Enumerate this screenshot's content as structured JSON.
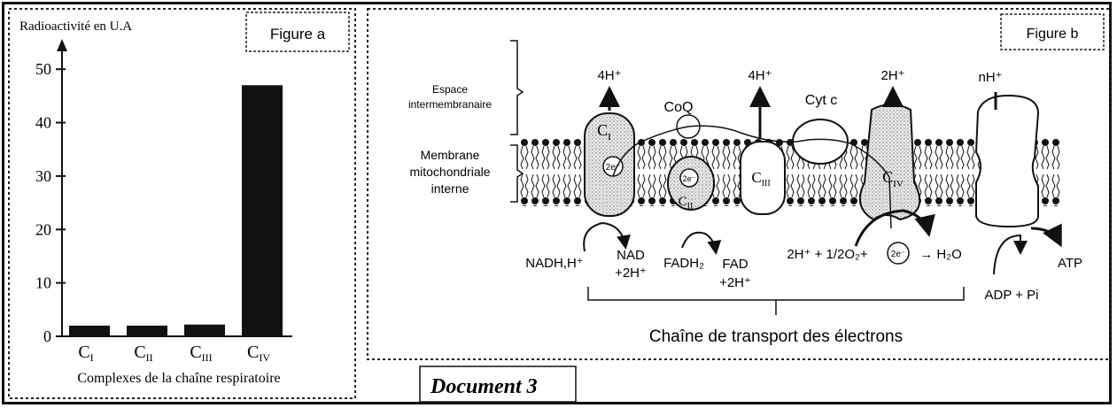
{
  "figure_a": {
    "label": "Figure a",
    "y_axis_label": "Radioactivité en U.A",
    "x_axis_label": "Complexes de la chaîne respiratoire"
  },
  "chart_data": {
    "type": "bar",
    "title": "",
    "xlabel": "Complexes de la chaîne respiratoire",
    "ylabel": "Radioactivité en U.A",
    "categories": [
      {
        "base": "C",
        "sub": "I"
      },
      {
        "base": "C",
        "sub": "II"
      },
      {
        "base": "C",
        "sub": "III"
      },
      {
        "base": "C",
        "sub": "IV"
      }
    ],
    "values": [
      2,
      2,
      2.2,
      47
    ],
    "ylim": [
      0,
      55
    ],
    "yticks": [
      "0",
      "10",
      "20",
      "30",
      "40",
      "50"
    ],
    "bar_color": "#111111"
  },
  "figure_b": {
    "label": "Figure b",
    "region_labels": {
      "espace_line1": "Espace",
      "espace_line2": "intermembranaire",
      "membrane_line1": "Membrane",
      "membrane_line2": "mitochondriale",
      "membrane_line3": "interne"
    },
    "complexes": {
      "c1": {
        "base": "C",
        "sub": "I"
      },
      "c2": {
        "base": "C",
        "sub": "II"
      },
      "c3": {
        "base": "C",
        "sub": "III"
      },
      "c4": {
        "base": "C",
        "sub": "IV"
      }
    },
    "mobile_carriers": {
      "coq": "CoQ",
      "cytc": "Cyt c"
    },
    "electron_label": "2e⁻",
    "proton_outputs": {
      "c1": "4H⁺",
      "c3": "4H⁺",
      "c4": "2H⁺",
      "atp_synthase": "nH⁺"
    },
    "substrates": {
      "nadh": "NADH,H⁺",
      "nad_line1": "NAD",
      "nad_line2": "+2H⁺",
      "fadh2": "FADH₂",
      "fad_line1": "FAD",
      "fad_line2": "+2H⁺",
      "oxygen_left": "2H⁺ + 1/2O₂+",
      "water": "→ H₂O",
      "adp": "ADP + Pi",
      "atp": "ATP"
    },
    "chain_caption": "Chaîne de transport des électrons"
  },
  "document_title": "Document 3"
}
